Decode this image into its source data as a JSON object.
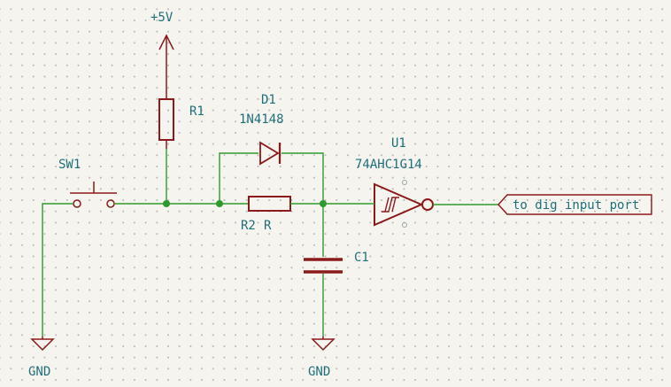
{
  "power": {
    "vcc": "+5V",
    "gnd_left": "GND",
    "gnd_right": "GND"
  },
  "components": {
    "sw1": {
      "ref": "SW1"
    },
    "r1": {
      "ref": "R1"
    },
    "d1": {
      "ref": "D1",
      "value": "1N4148"
    },
    "r2": {
      "ref": "R2",
      "value": "R"
    },
    "c1": {
      "ref": "C1"
    },
    "u1": {
      "ref": "U1",
      "value": "74AHC1G14"
    }
  },
  "net_label": {
    "text": "to dig input port"
  },
  "colors": {
    "wire": "#2e9a2e",
    "component": "#8b1a1a",
    "text": "#1f6f7a",
    "background": "#f5f4ef"
  }
}
